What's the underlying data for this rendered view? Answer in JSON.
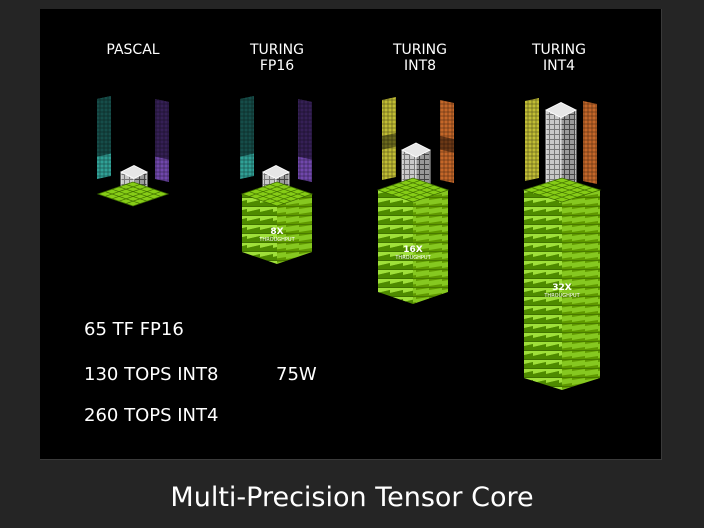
{
  "columns": [
    {
      "label": "PASCAL",
      "throughput": ""
    },
    {
      "label": "TURING\nFP16",
      "throughput": "8X"
    },
    {
      "label": "TURING\nINT8",
      "throughput": "16X"
    },
    {
      "label": "TURING\nINT4",
      "throughput": "32X"
    }
  ],
  "throughput_sub": "THROUGHPUT",
  "stats": [
    "65 TF FP16",
    "130 TOPS INT8",
    "260 TOPS INT4"
  ],
  "power": "75W",
  "caption": "Multi-Precision Tensor Core",
  "colors": {
    "green": "#76b900",
    "teal": "#35b3a6",
    "purple": "#7c4fbf",
    "yellow": "#d6d23a",
    "orange": "#d9722e"
  }
}
